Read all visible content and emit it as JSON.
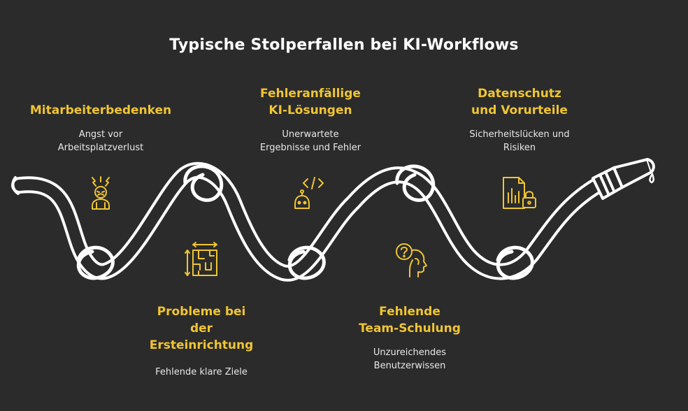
{
  "title": "Typische Stolperfallen bei KI-Workflows",
  "colors": {
    "background": "#2b2b2b",
    "accent": "#f0c533",
    "line": "#ffffff",
    "text": "#e8e8e8"
  },
  "items": [
    {
      "heading": "Mitarbeiterbedenken",
      "description": "Angst vor\nArbeitsplatzverlust",
      "icon": "worried-person-icon"
    },
    {
      "heading": "Probleme bei\nder\nErsteinrichtung",
      "description": "Fehlende klare Ziele",
      "icon": "maze-blueprint-icon"
    },
    {
      "heading": "Fehleranfällige\nKI-Lösungen",
      "description": "Unerwartete\nErgebnisse und Fehler",
      "icon": "robot-code-icon"
    },
    {
      "heading": "Fehlende\nTeam-Schulung",
      "description": "Unzureichendes\nBenutzerwissen",
      "icon": "head-question-icon"
    },
    {
      "heading": "Datenschutz\nund Vorurteile",
      "description": "Sicherheitslücken und\nRisiken",
      "icon": "secure-document-icon"
    }
  ]
}
